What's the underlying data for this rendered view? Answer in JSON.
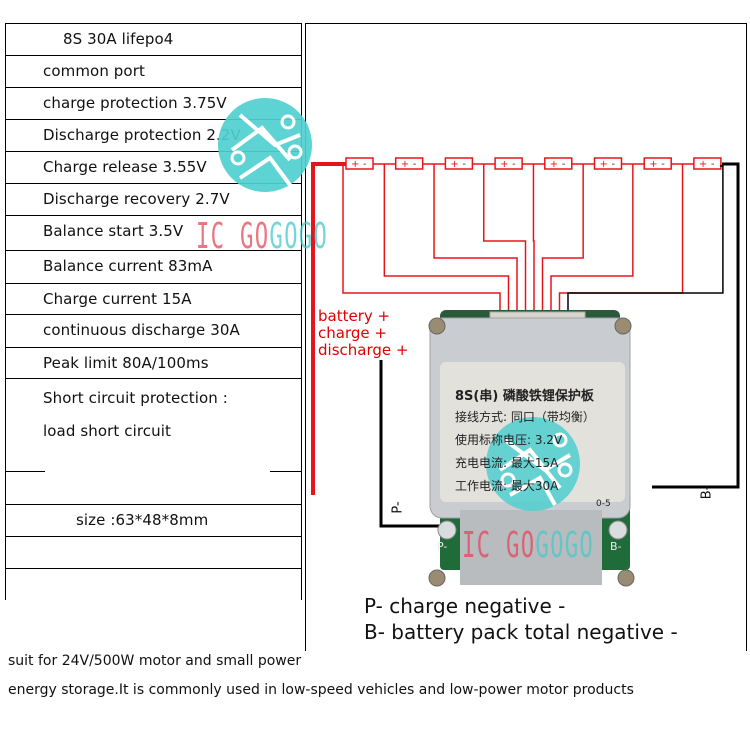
{
  "specs": {
    "title": "8S 30A lifepo4",
    "rows": [
      "common port",
      "charge protection 3.75V",
      "Discharge protection 2.2V",
      "Charge release 3.55V",
      "Discharge recovery 2.7V",
      "Balance start 3.5V",
      "Balance current 83mA",
      "Charge current 15A",
      "continuous discharge 30A",
      "Peak limit 80A/100ms",
      "Short circuit protection :",
      "load short circuit"
    ],
    "size": "size :63*48*8mm"
  },
  "diagram": {
    "cell_count": 8,
    "cell_plus": "+",
    "cell_minus": "-",
    "positive_label": [
      "battery +",
      "charge +",
      "discharge +"
    ],
    "p_minus_wire_label": "P-",
    "b_minus_wire_label": "B-",
    "board": {
      "label_lines": [
        "8S(串) 磷酸铁锂保护板",
        "接线方式: 同口（带均衡）",
        "使用标称电压: 3.2V",
        "充电电流: 最大15A",
        "工作电流: 最大30A"
      ],
      "pad_p": "P-",
      "pad_b": "B-",
      "model_marking": "0-5"
    },
    "colors": {
      "wire_red": "#e8141b",
      "wire_black": "#000000",
      "pcb_green": "#1f6b3a",
      "aluminum": "#c9ccd0",
      "label_plate": "#e2e1dc"
    }
  },
  "watermark": {
    "brand_red": "IC GO",
    "brand_teal": "GOGO",
    "color_teal": "#4fcfcf",
    "color_red": "#e8505f"
  },
  "legend": {
    "p_minus": "P-  charge negative -",
    "b_minus": "B- battery pack total negative -"
  },
  "footer": {
    "line1": "suit for 24V/500W motor and small power",
    "line2": "energy storage.It is commonly used in low-speed vehicles and low-power motor products"
  }
}
